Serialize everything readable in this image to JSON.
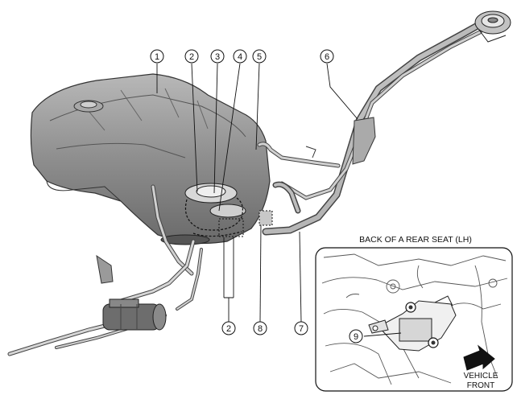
{
  "callouts": {
    "c1": "1",
    "c2_top": "2",
    "c3": "3",
    "c4": "4",
    "c5": "5",
    "c6": "6",
    "c2_bottom": "2",
    "c8": "8",
    "c7": "7",
    "c9": "9"
  },
  "inset": {
    "title": "BACK OF A REAR SEAT (LH)",
    "vehicle_front_line1": "VEHICLE",
    "vehicle_front_line2": "FRONT"
  }
}
